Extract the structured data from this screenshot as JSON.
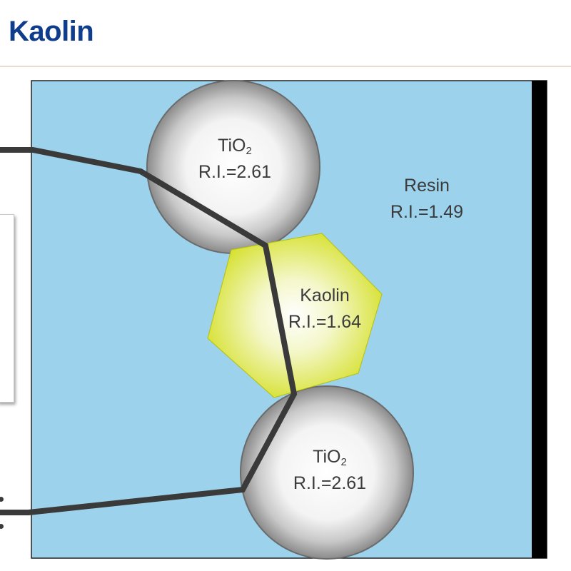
{
  "header": {
    "title": "Kaolin"
  },
  "resin": {
    "name": "Resin",
    "ri": "R.I.=1.49"
  },
  "tio2_top": {
    "name": "TiO",
    "sub": "2",
    "ri": "R.I.=2.61"
  },
  "kaolin": {
    "name": "Kaolin",
    "ri": "R.I.=1.64"
  },
  "tio2_bottom": {
    "name": "TiO",
    "sub": "2",
    "ri": "R.I.=2.61"
  },
  "colors": {
    "title": "#103c8c",
    "resin": "#9dd2ec",
    "kaolin": "#d5e02a",
    "sphere_edge": "#6b6b6b",
    "light_path": "#3a3a3a",
    "rule": "#ecdccd"
  }
}
